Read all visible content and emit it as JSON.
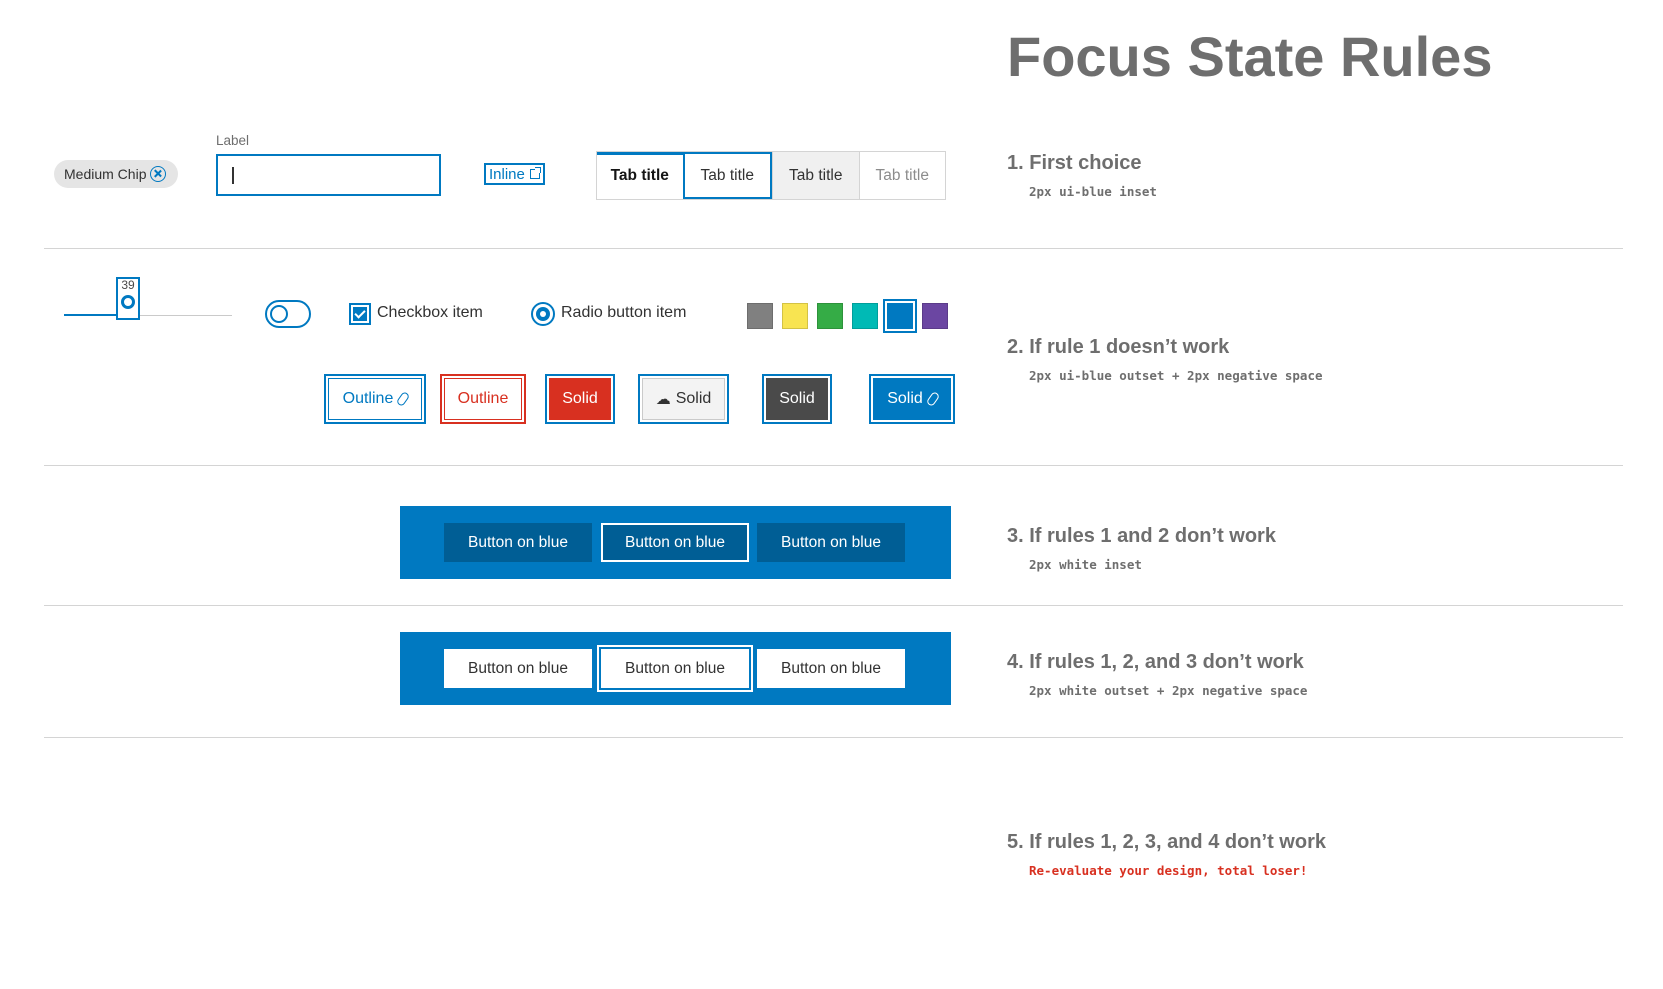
{
  "title": "Focus State Rules",
  "row1": {
    "chip_label": "Medium Chip",
    "input_label": "Label",
    "input_value": "",
    "inline_link": "Inline",
    "tabs": [
      "Tab title",
      "Tab title",
      "Tab title",
      "Tab title"
    ]
  },
  "row2": {
    "slider_value": "39",
    "checkbox_label": "Checkbox item",
    "radio_label": "Radio button item",
    "swatch_colors": [
      "#808080",
      "#f8e451",
      "#35ac46",
      "#00bab5",
      "#0079c1",
      "#6b46a2"
    ],
    "buttons": {
      "outline_blue": "Outline",
      "outline_red": "Outline",
      "solid_red": "Solid",
      "solid_light": "Solid",
      "solid_dark": "Solid",
      "solid_blue": "Solid"
    }
  },
  "row3": {
    "buttons": [
      "Button on blue",
      "Button on blue",
      "Button on blue"
    ]
  },
  "row4": {
    "buttons": [
      "Button on blue",
      "Button on blue",
      "Button on blue"
    ]
  },
  "rules": [
    {
      "num": "1.",
      "title": "First choice",
      "desc": "2px ui-blue inset"
    },
    {
      "num": "2.",
      "title": "If rule 1 doesn’t work",
      "desc": "2px ui-blue outset + 2px negative space"
    },
    {
      "num": "3.",
      "title": "If rules 1 and 2 don’t work",
      "desc": "2px white inset"
    },
    {
      "num": "4.",
      "title": "If rules 1, 2, and 3 don’t work",
      "desc": "2px white outset + 2px negative space"
    },
    {
      "num": "5.",
      "title": "If rules 1, 2, 3, and 4 don’t work",
      "desc": "Re-evaluate your design, total loser!"
    }
  ],
  "colors": {
    "ui_blue": "#0079c1",
    "red": "#d83020",
    "dark_blue": "#005e95",
    "text_gray": "#6e6e6e"
  }
}
